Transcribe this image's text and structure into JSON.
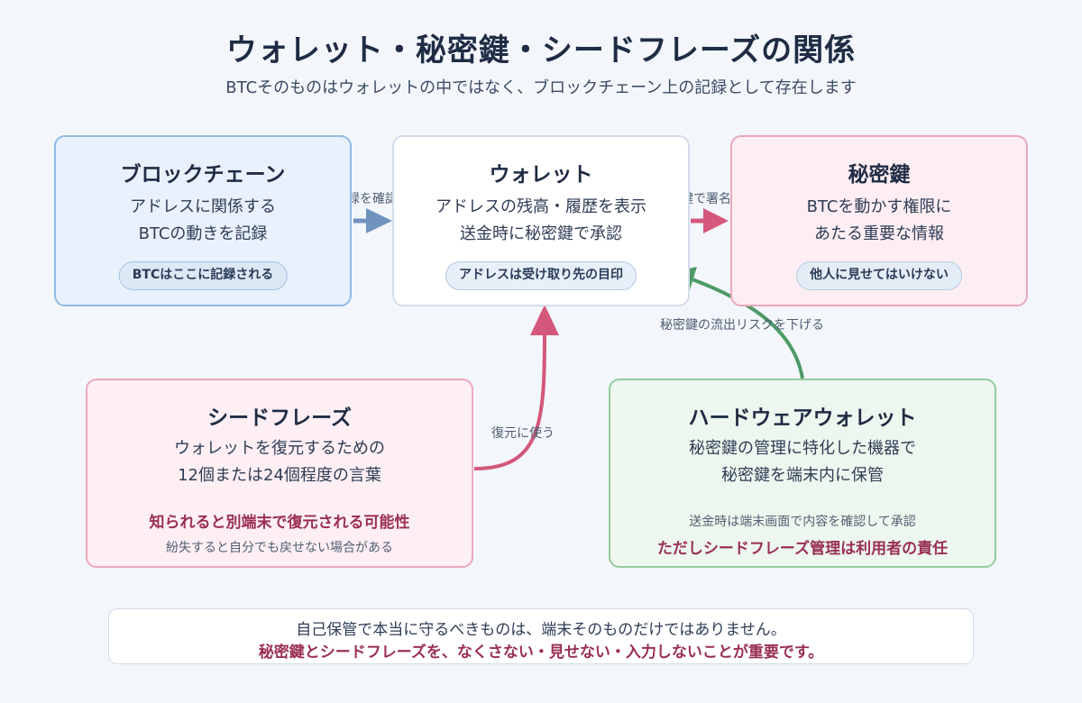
{
  "title": "ウォレット・秘密鍵・シードフレーズの関係",
  "subtitle": "BTCそのものはウォレットの中ではなく、ブロックチェーン上の記録として存在します",
  "nodes": {
    "blockchain": {
      "heading": "ブロックチェーン",
      "lines": [
        "アドレスに関係する",
        "BTCの動きを記録"
      ],
      "pill": "BTCはここに記録される"
    },
    "wallet": {
      "heading": "ウォレット",
      "lines": [
        "アドレスの残高・履歴を表示",
        "送金時に秘密鍵で承認"
      ],
      "pill": "アドレスは受け取り先の目印"
    },
    "privkey": {
      "heading": "秘密鍵",
      "lines": [
        "BTCを動かす権限に",
        "あたる重要な情報"
      ],
      "pill": "他人に見せてはいけない"
    },
    "seed": {
      "heading": "シードフレーズ",
      "lines": [
        "ウォレットを復元するための",
        "12個または24個程度の言葉"
      ],
      "warning": "知られると別端末で復元される可能性",
      "note": "紛失すると自分でも戻せない場合がある"
    },
    "hardware": {
      "heading": "ハードウェアウォレット",
      "lines": [
        "秘密鍵の管理に特化した機器で",
        "秘密鍵を端末内に保管"
      ],
      "note": "送金時は端末画面で内容を確認して承認",
      "warning": "ただしシードフレーズ管理は利用者の責任"
    }
  },
  "edges": {
    "check_record": "記録を確認",
    "sign_with_key": "鍵で署名",
    "reduce_risk": "秘密鍵の流出リスクを下げる",
    "use_to_restore": "復元に使う"
  },
  "footer": {
    "line1": "自己保管で本当に守るべきものは、端末そのものだけではありません。",
    "line2": "秘密鍵とシードフレーズを、なくさない・見せない・入力しないことが重要です。"
  },
  "colors": {
    "blue_arrow": "#6f93bd",
    "pink_arrow": "#d4577c",
    "green_arrow": "#4e9a68",
    "warning_text": "#9a2f56"
  }
}
